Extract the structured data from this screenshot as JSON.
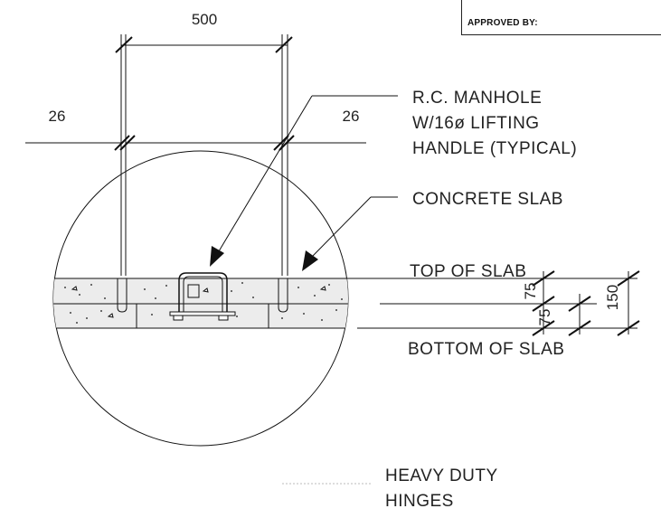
{
  "approval": {
    "label": "APPROVED BY:"
  },
  "dimensions": {
    "width": "500",
    "left_offset": "26",
    "right_offset": "26",
    "upper_thickness": "75",
    "lower_thickness": "75",
    "total_thickness": "150"
  },
  "labels": {
    "manhole_line1": "R.C. MANHOLE",
    "manhole_line2": "W/16ø LIFTING",
    "manhole_line3": "HANDLE (TYPICAL)",
    "concrete_slab": "CONCRETE SLAB",
    "top_of_slab": "TOP OF SLAB",
    "bottom_of_slab": "BOTTOM OF SLAB",
    "hinges_line1": "HEAVY DUTY",
    "hinges_line2": "HINGES"
  }
}
